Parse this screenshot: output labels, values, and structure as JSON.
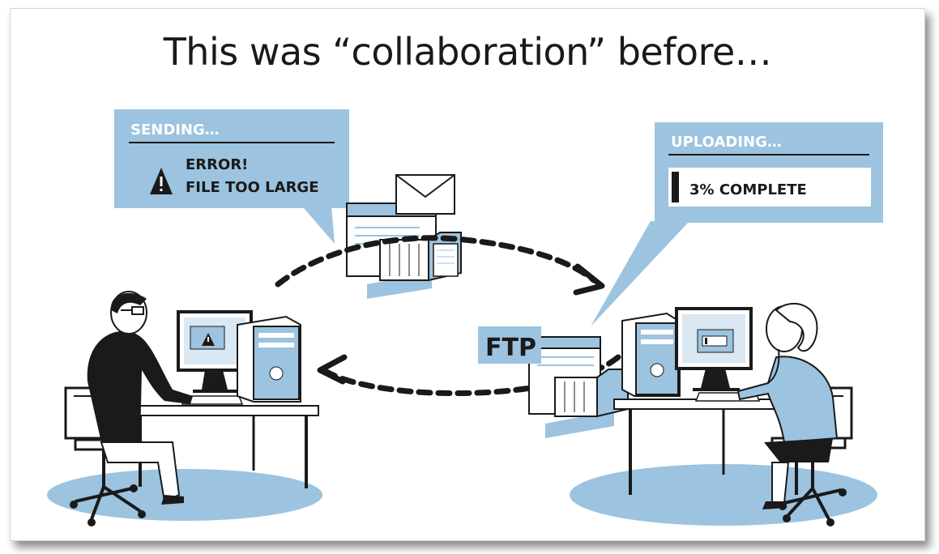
{
  "title": "This was “collaboration” before…",
  "left_bubble": {
    "header": "SENDING…",
    "line1": "ERROR!",
    "line2": "FILE TOO LARGE"
  },
  "right_bubble": {
    "header": "UPLOADING…",
    "progress_text": "3% COMPLETE",
    "progress_fraction": 0.03
  },
  "ftp_label": "FTP",
  "colors": {
    "accent_blue": "#9cc3df",
    "ink": "#1a1a1a",
    "paper": "#ffffff"
  }
}
